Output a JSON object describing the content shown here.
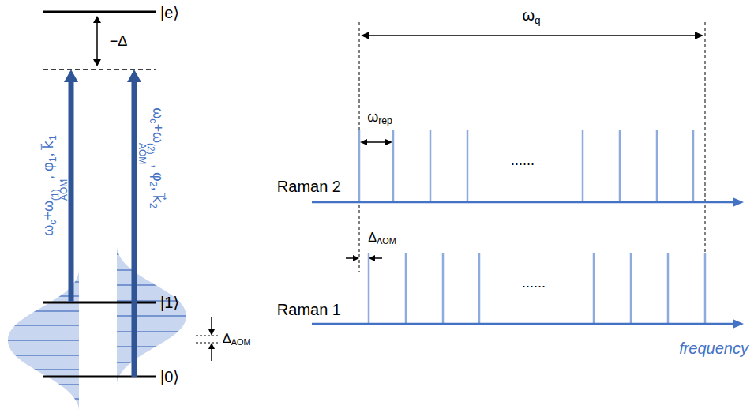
{
  "diagram": {
    "labels": [
      "|e⟩",
      "−Δ",
      "|1⟩",
      "|0⟩",
      "ΔAOM",
      "ωc+ω(1)AOM, φ1, k⃗1",
      "ωc+ω(2)AOM, φ2, k⃗2",
      "ωq",
      "ωrep",
      "Raman 2",
      "......",
      "ΔAOM",
      "Raman 1",
      "......",
      "frequency"
    ]
  }
}
